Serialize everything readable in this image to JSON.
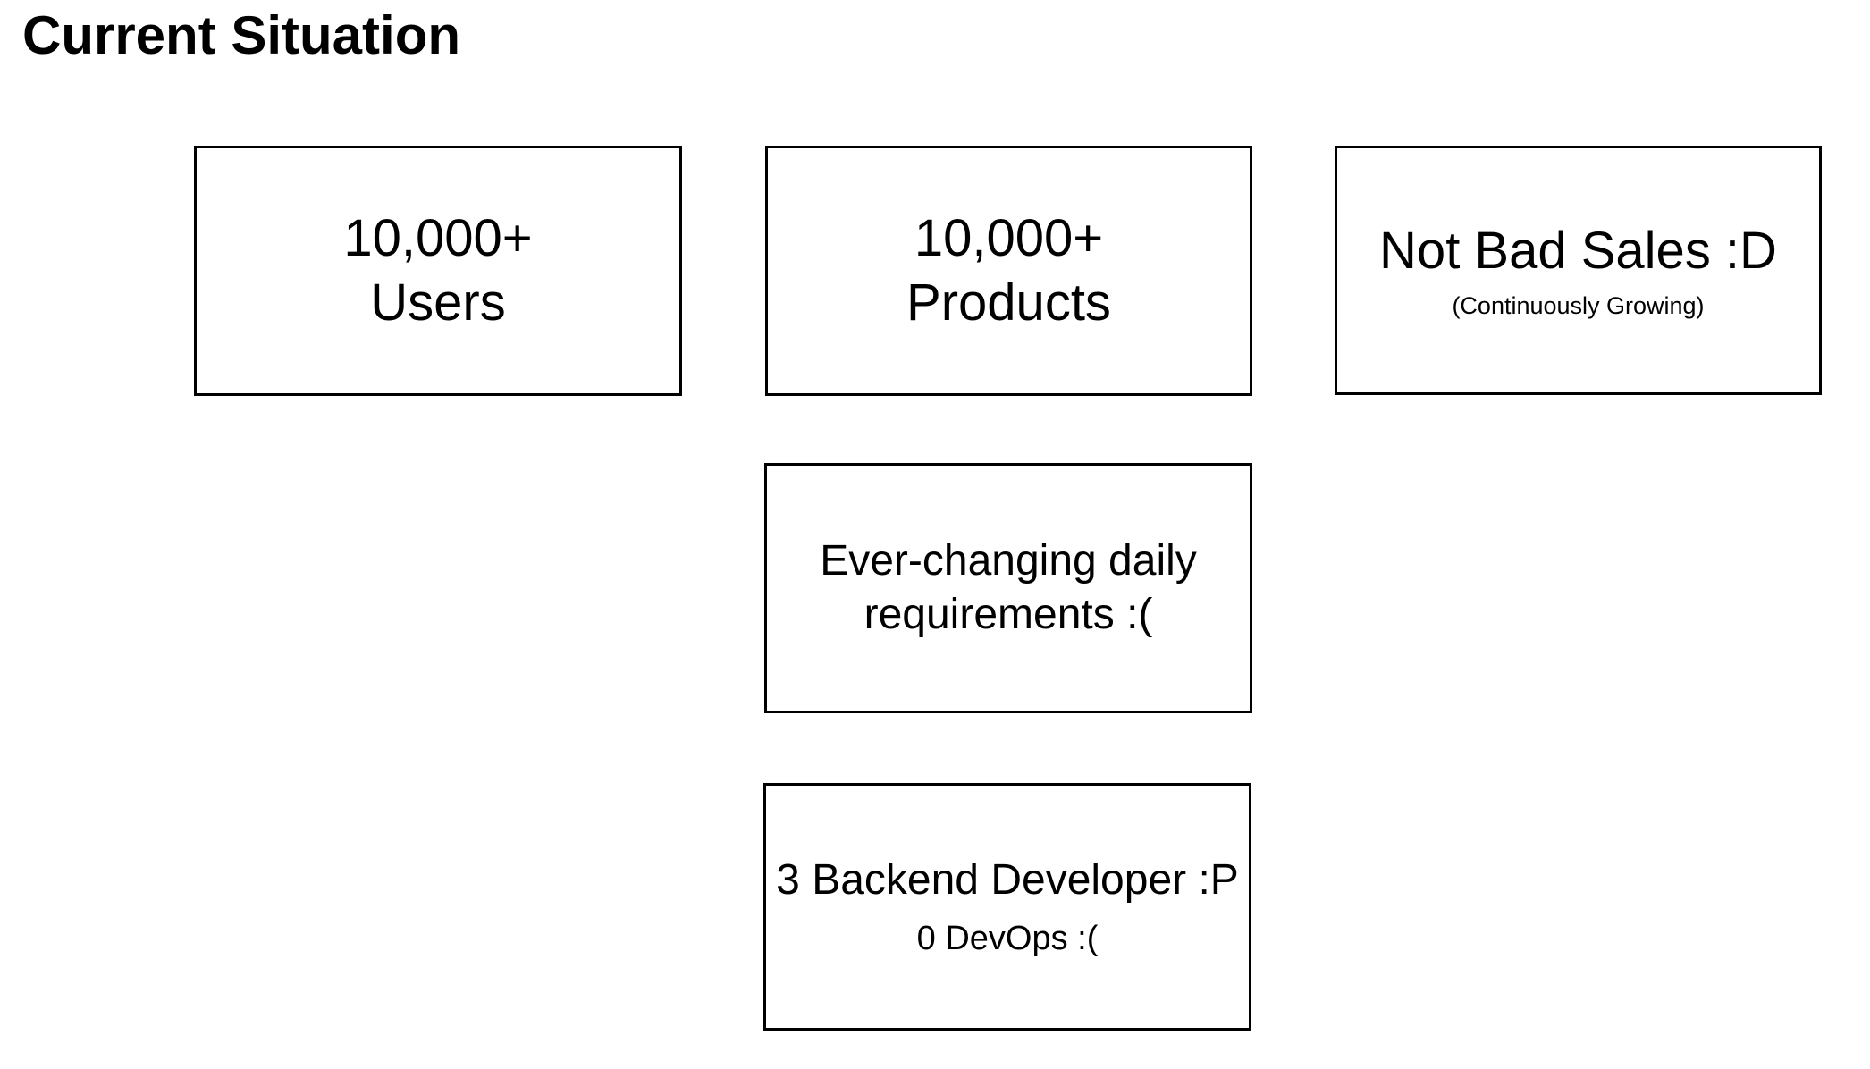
{
  "title": "Current Situation",
  "boxes": {
    "users": {
      "line1": "10,000+",
      "line2": "Users"
    },
    "products": {
      "line1": "10,000+",
      "line2": "Products"
    },
    "sales": {
      "main": "Not Bad Sales :D",
      "sub": "(Continuously Growing)"
    },
    "requirements": {
      "line1": "Ever-changing daily",
      "line2": "requirements :("
    },
    "developers": {
      "main": "3 Backend Developer :P",
      "sub": "0 DevOps :("
    }
  },
  "colors": {
    "background": "#ffffff",
    "text": "#000000",
    "box_border": "#000000"
  }
}
